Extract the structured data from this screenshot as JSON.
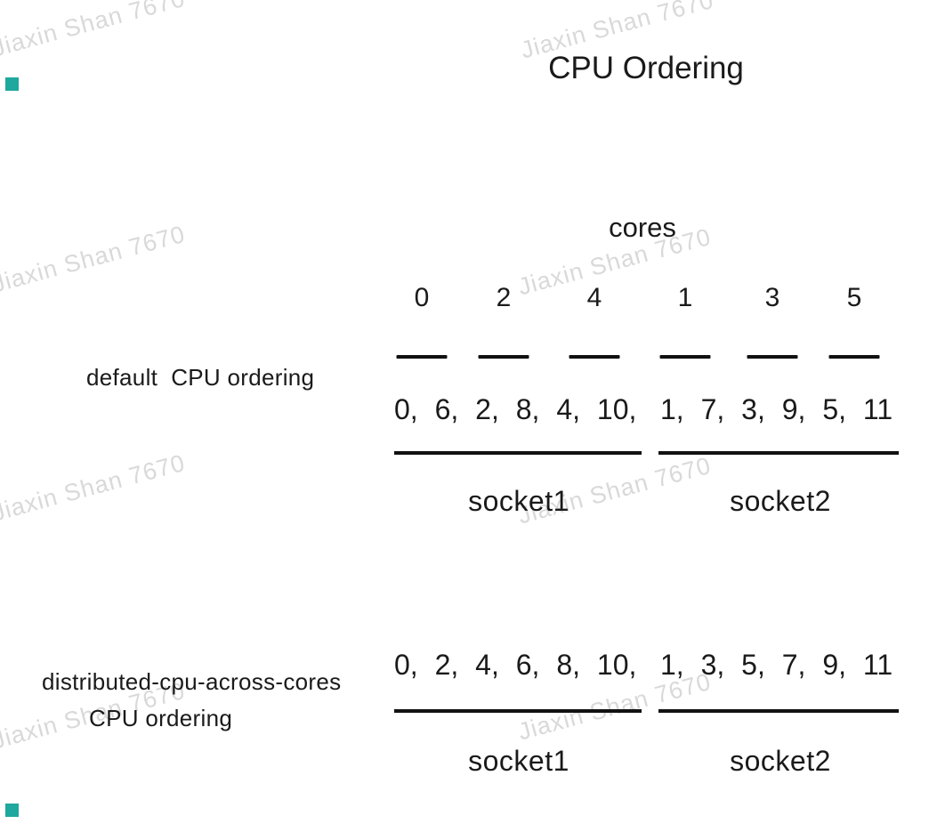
{
  "title": "CPU Ordering",
  "watermark": {
    "text": "Jiaxin Shan 7670",
    "color": "#d9d9d9"
  },
  "accent": {
    "color": "#1ea89e"
  },
  "cores_header": {
    "label": "cores",
    "core_ids": [
      "0",
      "2",
      "4",
      "1",
      "3",
      "5"
    ]
  },
  "rows": [
    {
      "label_lines": [
        "default  CPU ordering",
        ""
      ],
      "socket1": {
        "cpus": "0, 6, 2, 8, 4, 10,",
        "label": "socket1"
      },
      "socket2": {
        "cpus": "1, 7, 3, 9, 5, 11",
        "label": "socket2"
      }
    },
    {
      "label_lines": [
        "distributed-cpu-across-cores",
        "CPU ordering"
      ],
      "socket1": {
        "cpus": "0, 2, 4, 6, 8, 10,",
        "label": "socket1"
      },
      "socket2": {
        "cpus": "1, 3, 5, 7, 9, 11",
        "label": "socket2"
      }
    }
  ]
}
